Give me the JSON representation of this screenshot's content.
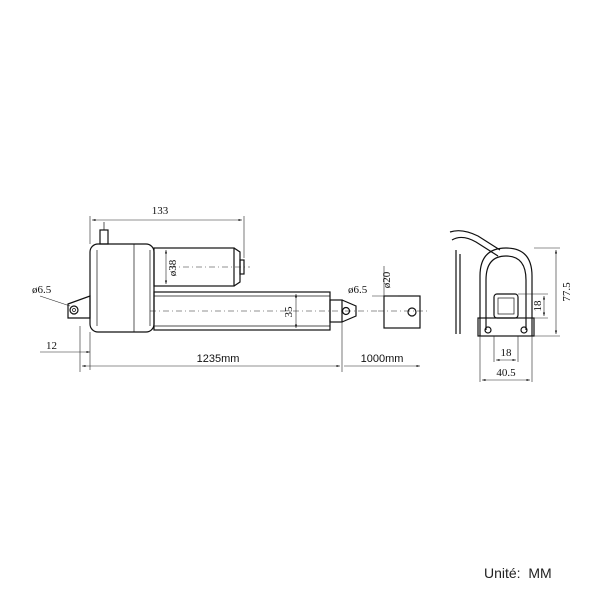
{
  "dimensions": {
    "total_width": "133",
    "motor_diameter": "ø38",
    "rear_hole": "ø6.5",
    "rear_offset": "12",
    "retracted_length": "1235mm",
    "stroke": "1000mm",
    "rod_diameter": "35",
    "front_hole": "ø6.5",
    "front_diameter": "ø20",
    "bracket_height": "77.5",
    "bracket_inner": "18",
    "bracket_slot": "18",
    "bracket_width": "40.5"
  },
  "unit_label": "Unité:  MM"
}
